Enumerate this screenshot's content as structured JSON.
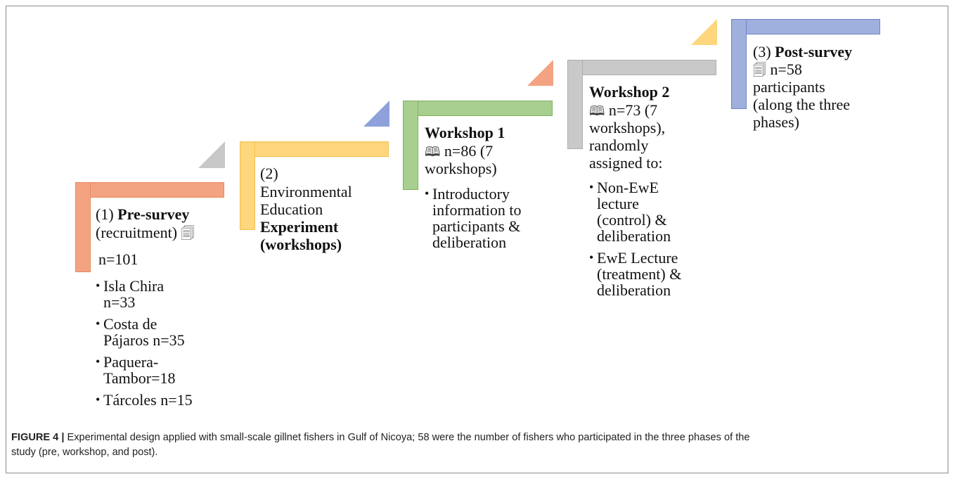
{
  "colors": {
    "orange": "#f3a381",
    "orange_border": "#e9895f",
    "yellow": "#fdd67d",
    "yellow_border": "#f3c14f",
    "green": "#a8cf8f",
    "green_border": "#7fb35f",
    "gray": "#c9c9c9",
    "gray_border": "#aeaeae",
    "blue": "#9fb0de",
    "blue_border": "#6f85c7"
  },
  "steps": [
    {
      "num": "(1)",
      "title": "Pre-survey",
      "sub": "(recruitment)",
      "icon": "document-icon",
      "count": "n=101",
      "bullets": [
        "Isla Chira",
        "n=33",
        "Costa de",
        "Pájaros n=35",
        "Paquera-",
        "Tambor=18",
        "Tárcoles n=15"
      ]
    },
    {
      "num": "(2)",
      "line1": "Environmental",
      "line2": "Education",
      "title1": "Experiment",
      "title2": "(workshops)"
    },
    {
      "title": "Workshop 1",
      "icon": "book-icon",
      "line1": "n=86 (7",
      "line2": "workshops)",
      "bullets": [
        "Introductory",
        "information to",
        "participants &",
        "deliberation"
      ]
    },
    {
      "title": "Workshop 2",
      "icon": "book-icon",
      "line1": "n=73 (7",
      "line2": "workshops),",
      "line3": "randomly",
      "line4": "assigned to:",
      "bullets": [
        "Non-EwE",
        "lecture",
        "(control) &",
        "deliberation",
        "EwE Lecture",
        "(treatment) &",
        "deliberation"
      ]
    },
    {
      "num": "(3)",
      "title": "Post-survey",
      "icon": "document-icon",
      "line1": "n=58",
      "line2": "participants",
      "line3": "(along the three",
      "line4": "phases)"
    }
  ],
  "caption": {
    "label": "FIGURE 4 |",
    "text": " Experimental design applied with small-scale gillnet fishers in Gulf of Nicoya; 58 were the number of fishers who participated in the three phases of the",
    "text2": "study (pre, workshop, and post)."
  }
}
